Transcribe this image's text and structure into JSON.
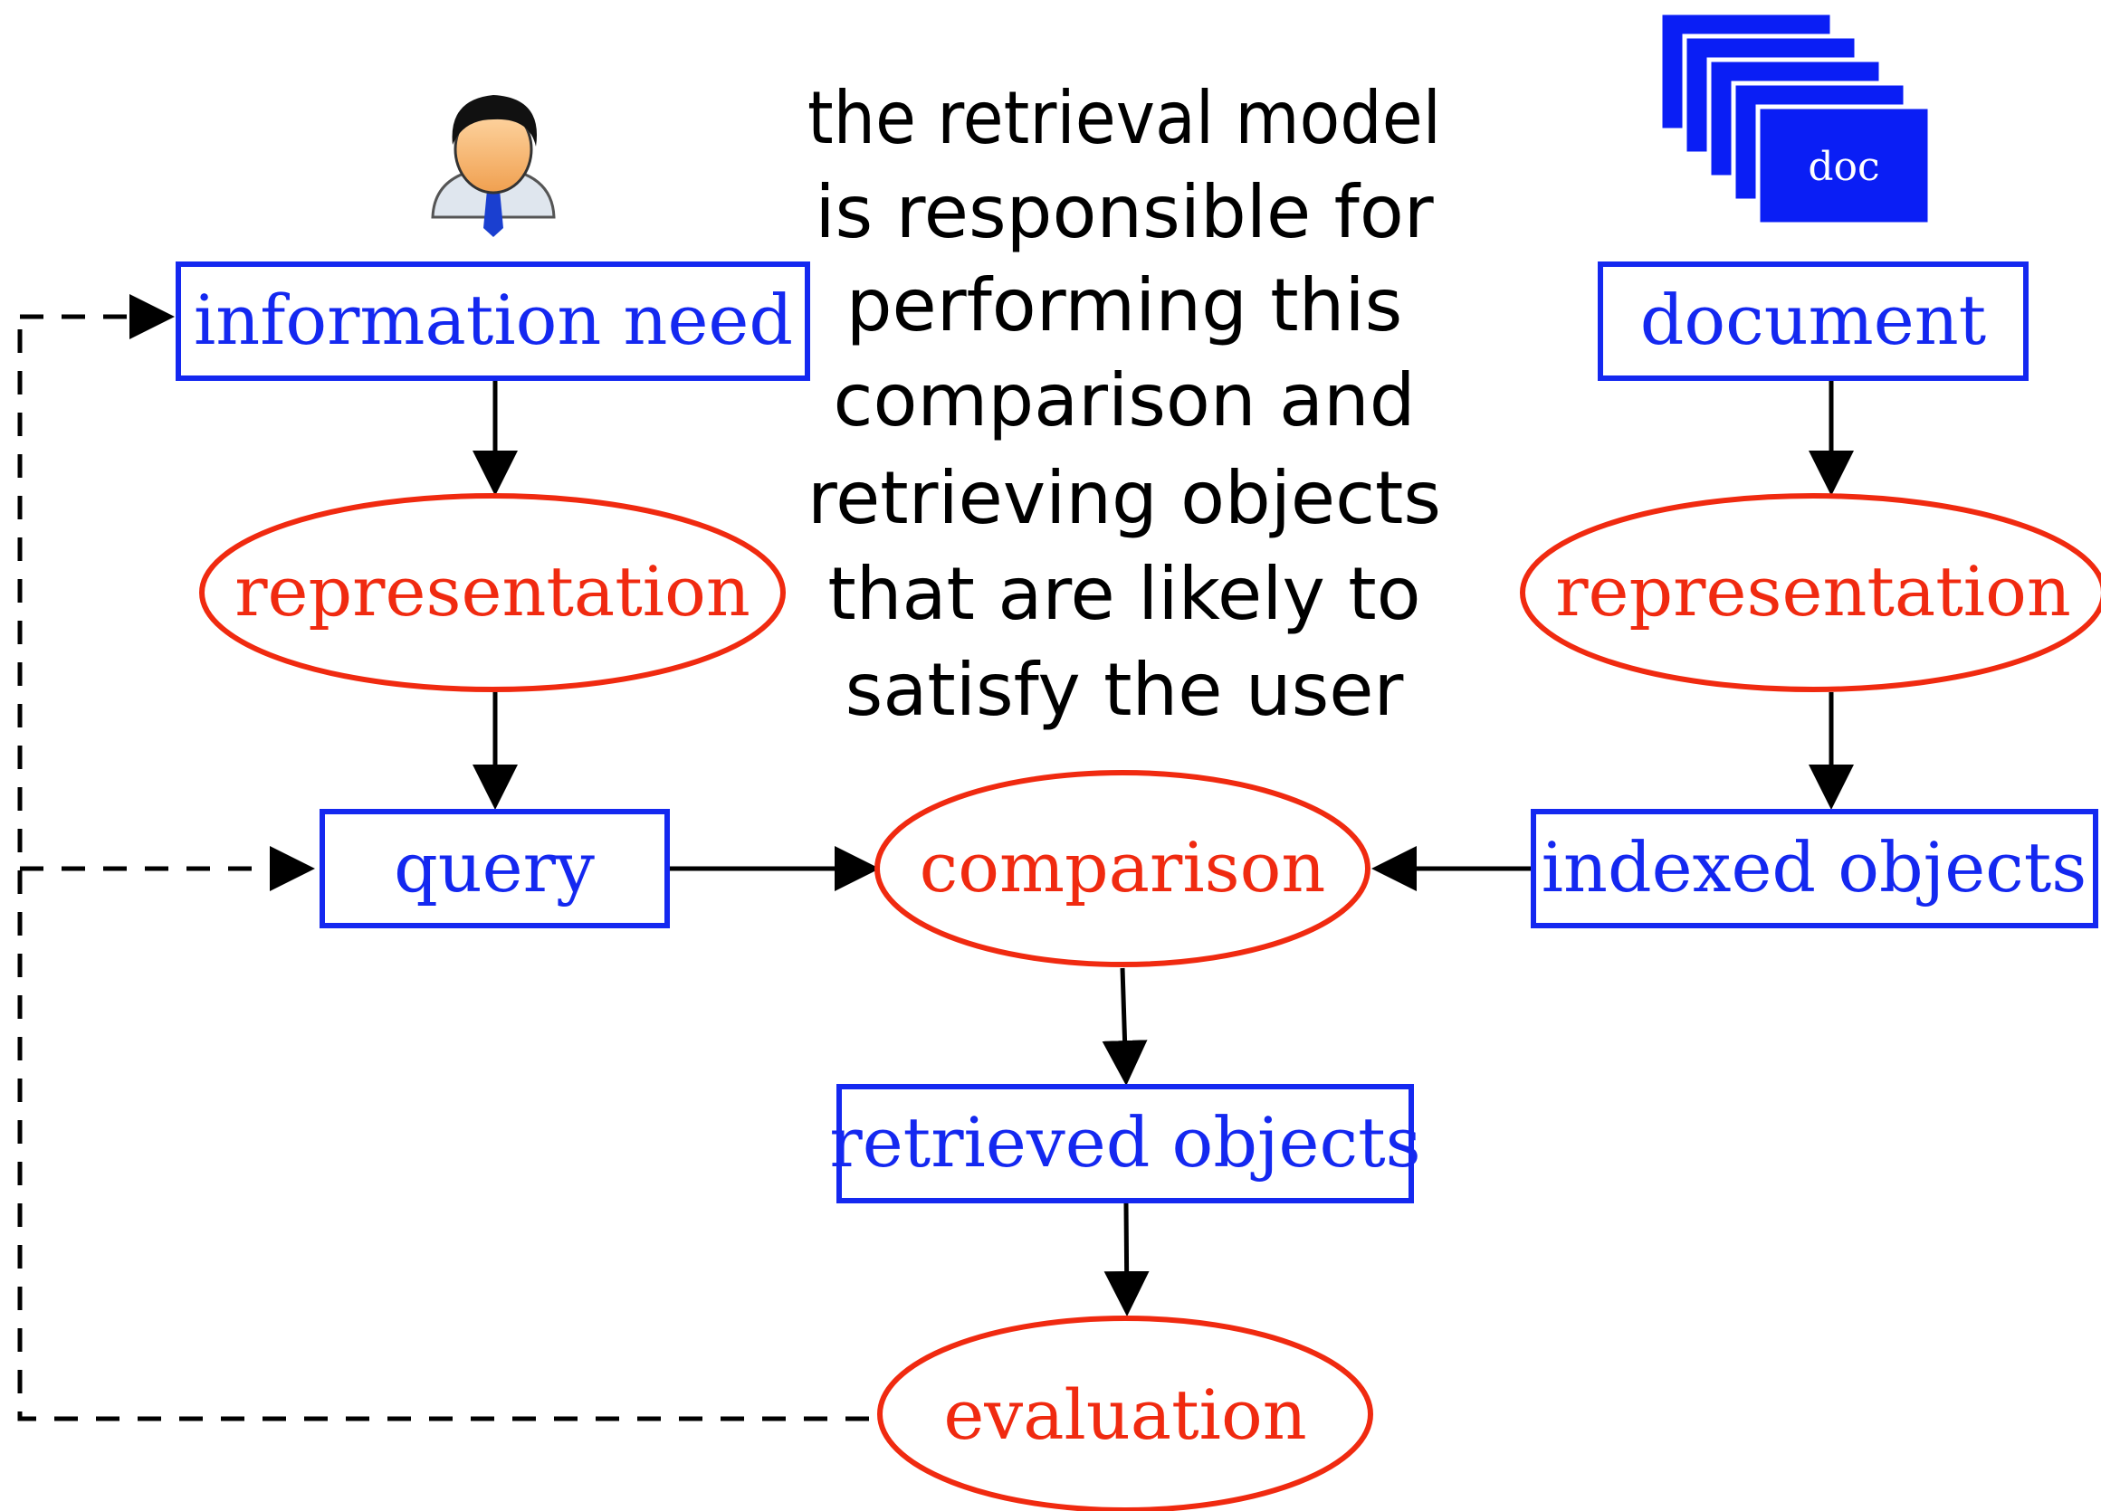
{
  "colors": {
    "box": "#1428f0",
    "ellipse": "#f02a10",
    "arrow": "#000000",
    "doc": "#0a1ef5"
  },
  "icons": {
    "user": "user-avatar-icon",
    "documents": "document-stack-icon"
  },
  "nodes": {
    "information_need": "information need",
    "representation_left": "representation",
    "query": "query",
    "document": "document",
    "representation_right": "representation",
    "indexed_objects": "indexed objects",
    "comparison": "comparison",
    "retrieved_objects": "retrieved objects",
    "evaluation": "evaluation"
  },
  "doc_label": "doc",
  "caption": [
    "the retrieval model",
    "is responsible for",
    "performing this",
    "comparison and",
    "retrieving objects",
    "that are likely to",
    "satisfy the user"
  ]
}
